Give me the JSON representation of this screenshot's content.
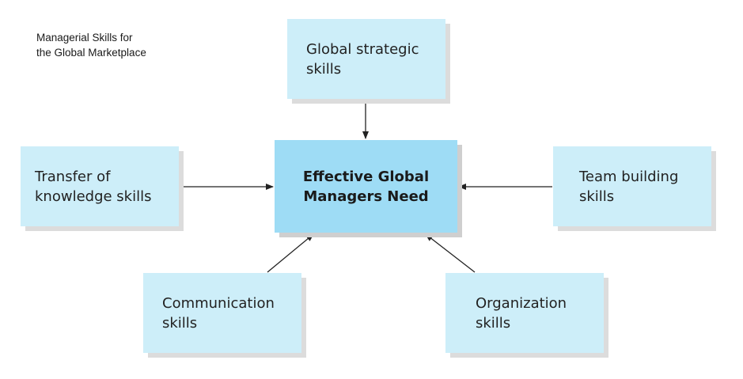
{
  "caption": {
    "line1": "Managerial Skills for",
    "line2": "the Global Marketplace"
  },
  "center": {
    "line1": "Effective Global",
    "line2": "Managers Need"
  },
  "skills": {
    "global_strategic": {
      "line1": "Global strategic",
      "line2": "skills"
    },
    "transfer_knowledge": {
      "line1": "Transfer of",
      "line2": "knowledge skills"
    },
    "team_building": {
      "line1": "Team building",
      "line2": "skills"
    },
    "communication": {
      "line1": "Communication",
      "line2": "skills"
    },
    "organization": {
      "line1": "Organization",
      "line2": "skills"
    }
  },
  "colors": {
    "outer_box": "#cdeef9",
    "center_box": "#9edcf5",
    "arrow": "#222222"
  }
}
